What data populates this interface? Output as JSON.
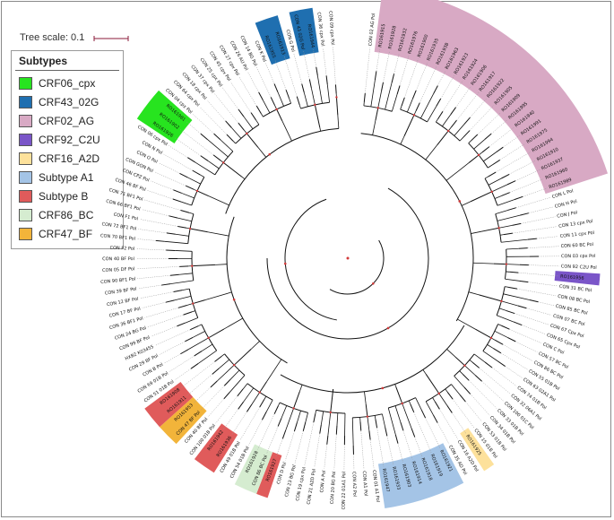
{
  "tree_scale_label": "Tree scale: 0.1",
  "legend": {
    "title": "Subtypes",
    "items": [
      {
        "label": "CRF06_cpx",
        "color": "#27e41f"
      },
      {
        "label": "CRF43_02G",
        "color": "#1f6fb0"
      },
      {
        "label": "CRF02_AG",
        "color": "#d8a9c4"
      },
      {
        "label": "CRF92_C2U",
        "color": "#7a55c8"
      },
      {
        "label": "CRF16_A2D",
        "color": "#fde19b"
      },
      {
        "label": "Subtype A1",
        "color": "#a4c4e6"
      },
      {
        "label": "Subtype B",
        "color": "#e05b5b"
      },
      {
        "label": "CRF86_BC",
        "color": "#d5ecd0"
      },
      {
        "label": "CRF47_BF",
        "color": "#f2b43a"
      }
    ]
  },
  "colors": {
    "branch": "#111111",
    "leader": "#9a9a9a",
    "node": "#d23a3a",
    "frame": "#8a8a8a"
  },
  "tips": [
    {
      "label": "CON 02 AG Pol",
      "clade": ""
    },
    {
      "label": "RO161915",
      "clade": "CRF02_AG"
    },
    {
      "label": "RO161928",
      "clade": "CRF02_AG"
    },
    {
      "label": "RO161932",
      "clade": "CRF02_AG"
    },
    {
      "label": "RO161976",
      "clade": "CRF02_AG"
    },
    {
      "label": "RO161900",
      "clade": "CRF02_AG"
    },
    {
      "label": "RO161935",
      "clade": "CRF02_AG"
    },
    {
      "label": "RO161938",
      "clade": "CRF02_AG"
    },
    {
      "label": "RO161963",
      "clade": "CRF02_AG"
    },
    {
      "label": "RO161923",
      "clade": "CRF02_AG"
    },
    {
      "label": "RO161924",
      "clade": "CRF02_AG"
    },
    {
      "label": "RO161906",
      "clade": "CRF02_AG"
    },
    {
      "label": "RO161917",
      "clade": "CRF02_AG"
    },
    {
      "label": "RO161922",
      "clade": "CRF02_AG"
    },
    {
      "label": "RO161905",
      "clade": "CRF02_AG"
    },
    {
      "label": "RO161909",
      "clade": "CRF02_AG"
    },
    {
      "label": "RO161995",
      "clade": "CRF02_AG"
    },
    {
      "label": "RO161940",
      "clade": "CRF02_AG"
    },
    {
      "label": "RO161991",
      "clade": "CRF02_AG"
    },
    {
      "label": "RO161975",
      "clade": "CRF02_AG"
    },
    {
      "label": "RO161994",
      "clade": "CRF02_AG"
    },
    {
      "label": "RO161910",
      "clade": "CRF02_AG"
    },
    {
      "label": "RO161937",
      "clade": "CRF02_AG"
    },
    {
      "label": "RO161960",
      "clade": "CRF02_AG"
    },
    {
      "label": "RO161989",
      "clade": "CRF02_AG"
    },
    {
      "label": "CON L Pol",
      "clade": ""
    },
    {
      "label": "CON H Pol",
      "clade": ""
    },
    {
      "label": "CON J Pol",
      "clade": ""
    },
    {
      "label": "CON 13 cpx Pol",
      "clade": ""
    },
    {
      "label": "CON 11 cpx Pol",
      "clade": ""
    },
    {
      "label": "CON 60 BC Pol",
      "clade": ""
    },
    {
      "label": "CON 03 cpx Pol",
      "clade": ""
    },
    {
      "label": "CON 92 C2U Pol",
      "clade": ""
    },
    {
      "label": "RO161956",
      "clade": "CRF92_C2U"
    },
    {
      "label": "CON 31 BC Pol",
      "clade": ""
    },
    {
      "label": "CON 08 BC Pol",
      "clade": ""
    },
    {
      "label": "CON 85 BC Pol",
      "clade": ""
    },
    {
      "label": "CON 07 BC Pol",
      "clade": ""
    },
    {
      "label": "CON 67 Cpx Pol",
      "clade": ""
    },
    {
      "label": "CON 65 Cpx Pol",
      "clade": ""
    },
    {
      "label": "CON C Pol",
      "clade": ""
    },
    {
      "label": "CON 57 BC Pol",
      "clade": ""
    },
    {
      "label": "CON 86 BC Pol",
      "clade": ""
    },
    {
      "label": "CON 55 01B Pol",
      "clade": ""
    },
    {
      "label": "CON 63 02A1 Pol",
      "clade": ""
    },
    {
      "label": "CON 74 01B Pol",
      "clade": ""
    },
    {
      "label": "CON 32 06A1 Pol",
      "clade": ""
    },
    {
      "label": "CON 100 01C Pol",
      "clade": ""
    },
    {
      "label": "CON 33 01B Pol",
      "clade": ""
    },
    {
      "label": "CON 34 01B Pol",
      "clade": ""
    },
    {
      "label": "CON 53 01B Pol",
      "clade": ""
    },
    {
      "label": "CON 15 01B Pol",
      "clade": ""
    },
    {
      "label": "RO161925",
      "clade": "CRF16_A2D"
    },
    {
      "label": "CON 16 A2D Pol",
      "clade": ""
    },
    {
      "label": "CON 35 AD Pol",
      "clade": ""
    },
    {
      "label": "RO161921",
      "clade": "Subtype A1"
    },
    {
      "label": "RO161919",
      "clade": "Subtype A1"
    },
    {
      "label": "RO161918",
      "clade": "Subtype A1"
    },
    {
      "label": "RO161914",
      "clade": "Subtype A1"
    },
    {
      "label": "RO161903",
      "clade": "Subtype A1"
    },
    {
      "label": "RO161933",
      "clade": "Subtype A1"
    },
    {
      "label": "RO161947",
      "clade": "Subtype A1"
    },
    {
      "label": "CON 01 A1 Pol",
      "clade": ""
    },
    {
      "label": "CON A1 Pol",
      "clade": ""
    },
    {
      "label": "CON A2 Pol",
      "clade": ""
    },
    {
      "label": "CON 22 01A1 Pol",
      "clade": ""
    },
    {
      "label": "CON 20 BG Pol",
      "clade": ""
    },
    {
      "label": "CON A Pol",
      "clade": ""
    },
    {
      "label": "CON 21 A2D Pol",
      "clade": ""
    },
    {
      "label": "CON 19 cpx Pol",
      "clade": ""
    },
    {
      "label": "CON 23 BG Pol",
      "clade": ""
    },
    {
      "label": "CON D Pol",
      "clade": ""
    },
    {
      "label": "RO161927",
      "clade": "Subtype B"
    },
    {
      "label": "CON 86 BC Pol",
      "clade": "CRF86_BC"
    },
    {
      "label": "RO161928",
      "clade": "CRF86_BC"
    },
    {
      "label": "CON 54 01B Pol",
      "clade": ""
    },
    {
      "label": "CON 49 01B Pol",
      "clade": ""
    },
    {
      "label": "RO161936",
      "clade": "Subtype B"
    },
    {
      "label": "RO161942",
      "clade": "Subtype B"
    },
    {
      "label": "CON 100 01B Pol",
      "clade": ""
    },
    {
      "label": "CON 40 BF Pol",
      "clade": ""
    },
    {
      "label": "CON 47 BF Pol",
      "clade": "CRF47_BF"
    },
    {
      "label": "RO161953",
      "clade": "CRF47_BF"
    },
    {
      "label": "RO161911",
      "clade": "Subtype B"
    },
    {
      "label": "RO161908",
      "clade": "Subtype B"
    },
    {
      "label": "CON 51 01B Pol",
      "clade": ""
    },
    {
      "label": "CON 69 01B Pol",
      "clade": ""
    },
    {
      "label": "CON B Pol",
      "clade": ""
    },
    {
      "label": "CON 29 BF Pol",
      "clade": ""
    },
    {
      "label": "HXB2 K03455",
      "clade": ""
    },
    {
      "label": "CON 99 BF Pol",
      "clade": ""
    },
    {
      "label": "CON 24 BG Pol",
      "clade": ""
    },
    {
      "label": "CON 36 BF1 Pol",
      "clade": ""
    },
    {
      "label": "CON 17 BF Pol",
      "clade": ""
    },
    {
      "label": "CON 12 BF Pol",
      "clade": ""
    },
    {
      "label": "CON 39 BF Pol",
      "clade": ""
    },
    {
      "label": "CON 90 BF1 Pol",
      "clade": ""
    },
    {
      "label": "CON 05 DF Pol",
      "clade": ""
    },
    {
      "label": "CON 40 BF Pol",
      "clade": ""
    },
    {
      "label": "CON F2 Pol",
      "clade": ""
    },
    {
      "label": "CON 70 BF1 Pol",
      "clade": ""
    },
    {
      "label": "CON 72 BF1 Pol",
      "clade": ""
    },
    {
      "label": "CON F1 Pol",
      "clade": ""
    },
    {
      "label": "CON 66 BF1 Pol",
      "clade": ""
    },
    {
      "label": "CON 71 BF1 Pol",
      "clade": ""
    },
    {
      "label": "CON 46 BF Pol",
      "clade": ""
    },
    {
      "label": "CON CPZ Pol",
      "clade": ""
    },
    {
      "label": "CON GON Pol",
      "clade": ""
    },
    {
      "label": "CON O Pol",
      "clade": ""
    },
    {
      "label": "CON N Pol",
      "clade": ""
    },
    {
      "label": "CON 06 cpx Pol",
      "clade": ""
    },
    {
      "label": "RO161926",
      "clade": "CRF06_cpx"
    },
    {
      "label": "RO161902",
      "clade": "CRF06_cpx"
    },
    {
      "label": "RO161981",
      "clade": "CRF06_cpx"
    },
    {
      "label": "CON 04 cpx Pol",
      "clade": ""
    },
    {
      "label": "CON 64 cpx Pol",
      "clade": ""
    },
    {
      "label": "CON 18 cpx Pol",
      "clade": ""
    },
    {
      "label": "CON 37 cpx Pol",
      "clade": ""
    },
    {
      "label": "CON 25 cpx Pol",
      "clade": ""
    },
    {
      "label": "CON 45 cpx Pol",
      "clade": ""
    },
    {
      "label": "CON 27 cpx Pol",
      "clade": ""
    },
    {
      "label": "CON 26 AU Pol",
      "clade": ""
    },
    {
      "label": "CON 14 BG Pol",
      "clade": ""
    },
    {
      "label": "CON K Pol",
      "clade": ""
    },
    {
      "label": "RO161955",
      "clade": "CRF43_02G"
    },
    {
      "label": "RO161913",
      "clade": "CRF43_02G"
    },
    {
      "label": "CON G Pol",
      "clade": ""
    },
    {
      "label": "CON 43 02G Pol",
      "clade": "CRF43_02G"
    },
    {
      "label": "RO161944",
      "clade": "CRF43_02G"
    },
    {
      "label": "CON 36 cpx Pol",
      "clade": ""
    },
    {
      "label": "CON 09 cpx Pol",
      "clade": ""
    }
  ]
}
